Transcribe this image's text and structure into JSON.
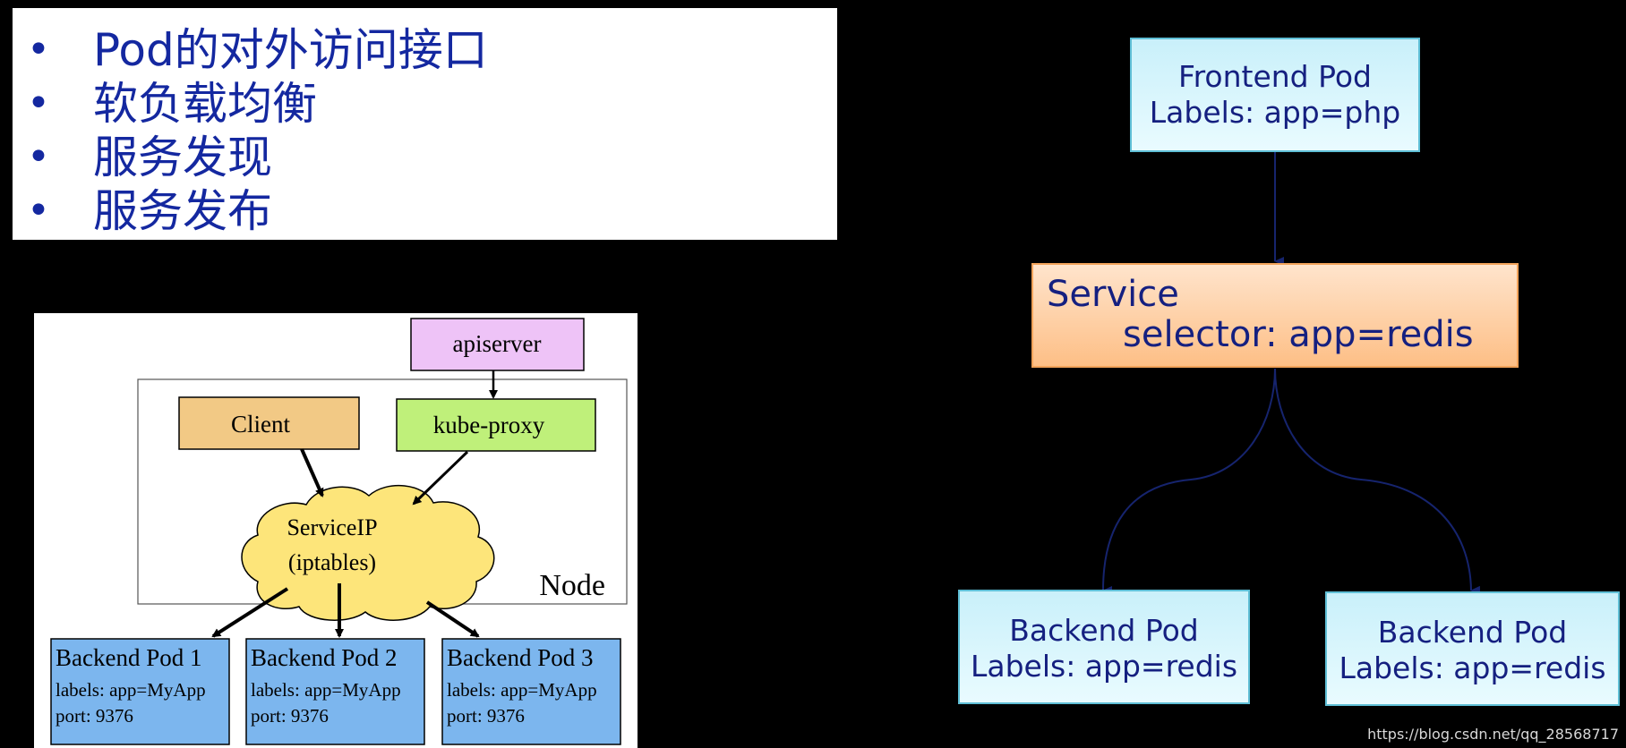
{
  "bullets": [
    {
      "dot": "•",
      "text": "Pod的对外访问接口"
    },
    {
      "dot": "•",
      "text": "软负载均衡"
    },
    {
      "dot": "•",
      "text": "服务发现"
    },
    {
      "dot": "•",
      "text": "服务发布"
    }
  ],
  "left_diagram": {
    "apiserver": "apiserver",
    "client": "Client",
    "kube_proxy": "kube-proxy",
    "service_ip_line1": "ServiceIP",
    "service_ip_line2": "(iptables)",
    "node_label": "Node",
    "backend_pods": [
      {
        "title": "Backend Pod 1",
        "labels": "labels: app=MyApp",
        "port": "port: 9376"
      },
      {
        "title": "Backend Pod 2",
        "labels": "labels: app=MyApp",
        "port": "port: 9376"
      },
      {
        "title": "Backend Pod 3",
        "labels": "labels: app=MyApp",
        "port": "port: 9376"
      }
    ],
    "colors": {
      "apiserver": "#eec3f7",
      "client": "#f2c985",
      "kube_proxy": "#bff07a",
      "cloud": "#fde57a",
      "backend_pod": "#7cb6ee"
    }
  },
  "right_diagram": {
    "frontend": {
      "line1": "Frontend Pod",
      "line2": "Labels: app=php"
    },
    "service": {
      "line1": "Service",
      "line2": "selector: app=redis"
    },
    "backends": [
      {
        "line1": "Backend Pod",
        "line2": "Labels: app=redis"
      },
      {
        "line1": "Backend Pod",
        "line2": "Labels: app=redis"
      }
    ],
    "colors": {
      "text": "#152080",
      "arrow": "#16246e"
    }
  },
  "watermark": "https://blog.csdn.net/qq_28568717"
}
